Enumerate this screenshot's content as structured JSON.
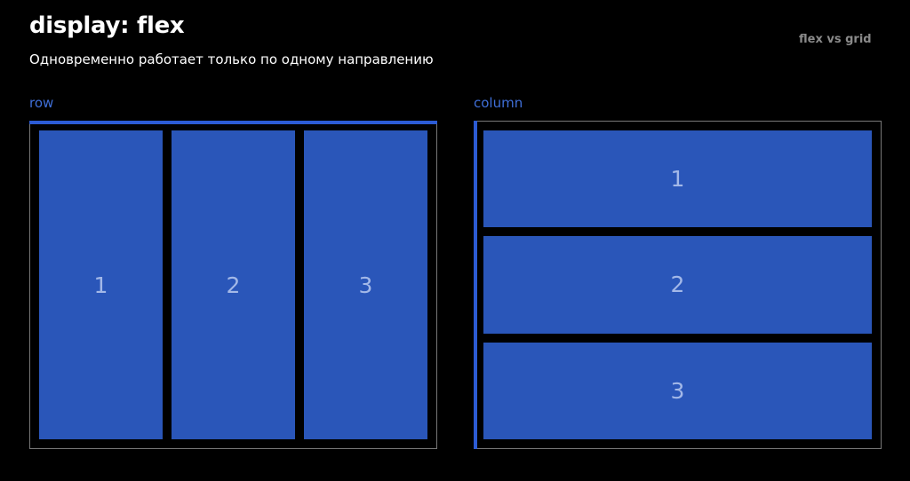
{
  "header": {
    "title": "display: flex",
    "subtitle": "Одновременно работает только по одному направлению",
    "tag": "flex vs grid"
  },
  "panels": {
    "row": {
      "label": "row",
      "items": [
        "1",
        "2",
        "3"
      ]
    },
    "column": {
      "label": "column",
      "items": [
        "1",
        "2",
        "3"
      ]
    }
  },
  "colors": {
    "background": "#000000",
    "accent": "#2c5bd4",
    "item": "#2a56b9",
    "item_text": "#a3b8e8",
    "label": "#3f6fd9",
    "border": "#777777",
    "tag": "#8a8a8a"
  }
}
